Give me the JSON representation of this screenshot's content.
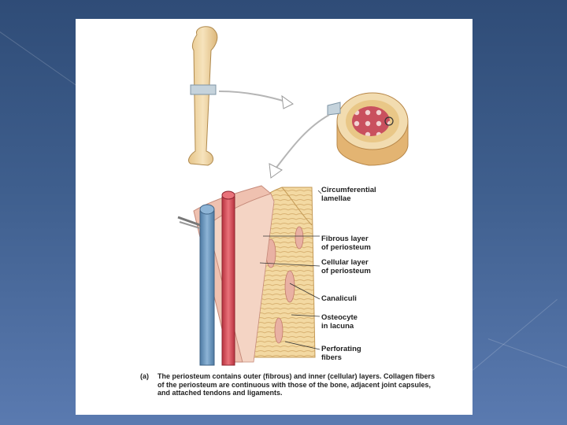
{
  "labels": {
    "circumferential_lamellae": "Circumferential\nlamellae",
    "fibrous_layer": "Fibrous layer\nof periosteum",
    "cellular_layer": "Cellular layer\nof periosteum",
    "canaliculi": "Canaliculi",
    "osteocyte": "Osteocyte\nin lacuna",
    "perforating_fibers": "Perforating\nfibers"
  },
  "caption": {
    "tag": "(a)",
    "text": "The periosteum contains outer (fibrous) and inner (cellular) layers. Collagen fibers of the periosteum are continuous with those of the bone, adjacent joint capsules, and attached tendons and ligaments."
  },
  "colors": {
    "bone": "#f1d9a8",
    "marrow": "#c54a5a",
    "artery": "#d8505a",
    "vein": "#6d98bf",
    "periosteum": "#e8b7a6"
  }
}
